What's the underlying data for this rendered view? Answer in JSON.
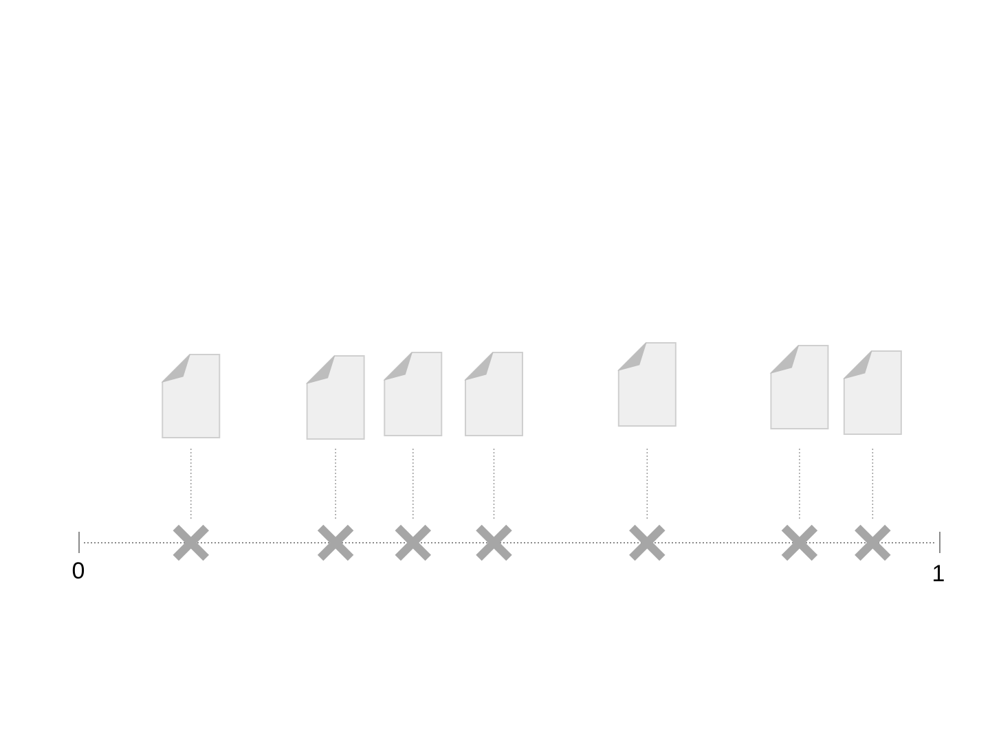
{
  "axis": {
    "min_label": "0",
    "max_label": "1",
    "min": 0,
    "max": 1
  },
  "items": [
    {
      "value": 0.13,
      "icon": "document-icon",
      "marker": "x-mark-icon"
    },
    {
      "value": 0.298,
      "icon": "document-icon",
      "marker": "x-mark-icon"
    },
    {
      "value": 0.388,
      "icon": "document-icon",
      "marker": "x-mark-icon"
    },
    {
      "value": 0.482,
      "icon": "document-icon",
      "marker": "x-mark-icon"
    },
    {
      "value": 0.66,
      "icon": "document-icon",
      "marker": "x-mark-icon"
    },
    {
      "value": 0.837,
      "icon": "document-icon",
      "marker": "x-mark-icon"
    },
    {
      "value": 0.922,
      "icon": "document-icon",
      "marker": "x-mark-icon"
    }
  ],
  "colors": {
    "axis_line": "#8a8a8a",
    "marker": "#a6a6a6",
    "document_fill": "#efefef",
    "document_border": "#cfcfcf",
    "document_fold": "#bdbdbd",
    "connector": "#9a9a9a"
  }
}
